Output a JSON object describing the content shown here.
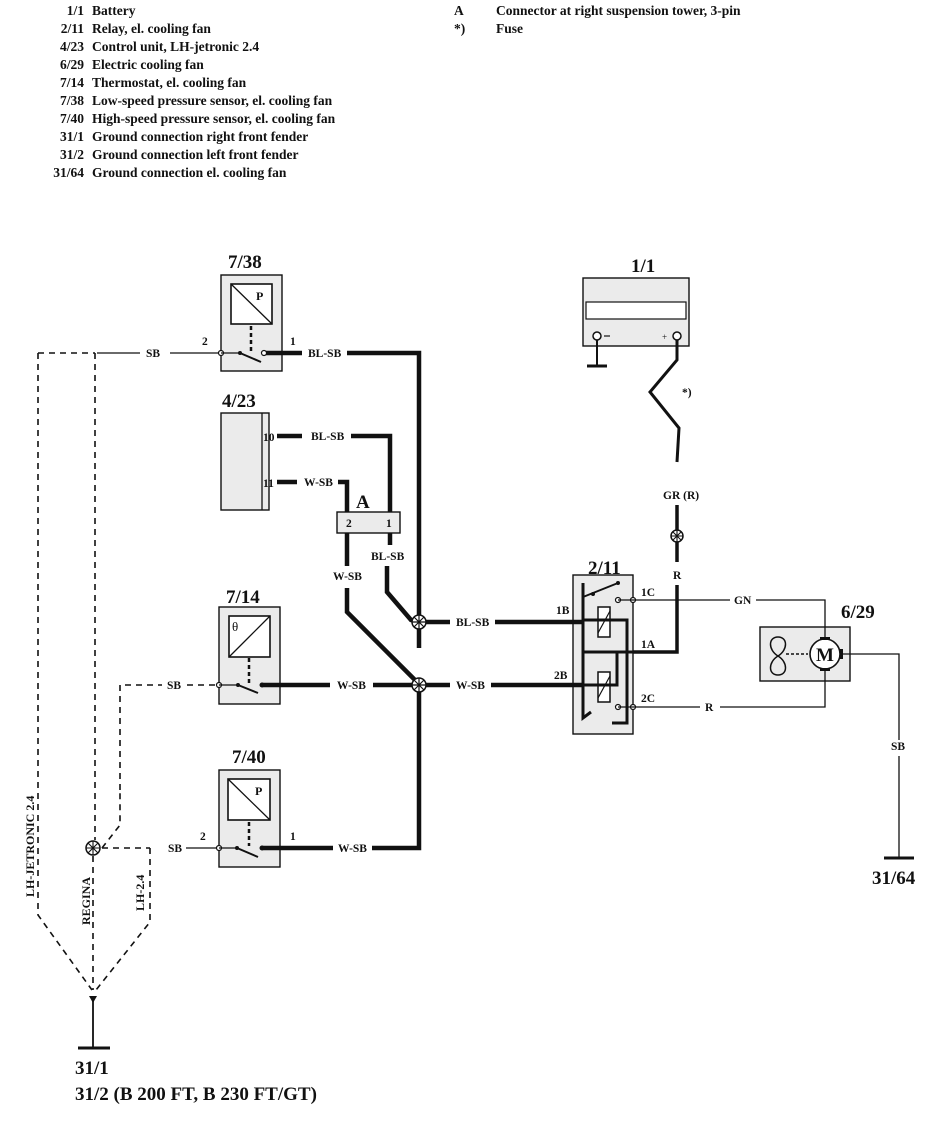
{
  "legend": {
    "components": [
      {
        "code": "1/1",
        "label": "Battery"
      },
      {
        "code": "2/11",
        "label": "Relay, el. cooling fan"
      },
      {
        "code": "4/23",
        "label": "Control unit, LH-jetronic 2.4"
      },
      {
        "code": "6/29",
        "label": "Electric cooling fan"
      },
      {
        "code": "7/14",
        "label": "Thermostat, el. cooling fan"
      },
      {
        "code": "7/38",
        "label": "Low-speed pressure sensor, el. cooling fan"
      },
      {
        "code": "7/40",
        "label": "High-speed pressure sensor, el. cooling fan"
      },
      {
        "code": "31/1",
        "label": "Ground connection right front fender"
      },
      {
        "code": "31/2",
        "label": "Ground connection left front fender"
      },
      {
        "code": "31/64",
        "label": "Ground connection el. cooling fan"
      }
    ],
    "notes": [
      {
        "code": "A",
        "label": "Connector at right suspension tower, 3-pin"
      },
      {
        "code": "*)",
        "label": "Fuse"
      }
    ]
  },
  "components": {
    "c738": {
      "code": "7/38",
      "symbol": "P",
      "pin_left": "2",
      "pin_right": "1"
    },
    "c423": {
      "code": "4/23",
      "pin_10": "10",
      "pin_11": "11"
    },
    "c714": {
      "code": "7/14",
      "symbol": "θ"
    },
    "c740": {
      "code": "7/40",
      "symbol": "P",
      "pin_left": "2",
      "pin_right": "1"
    },
    "c11": {
      "code": "1/1",
      "fuse_mark": "*)"
    },
    "c211": {
      "code": "2/11",
      "pin_1c": "1C",
      "pin_1b": "1B",
      "pin_1a": "1A",
      "pin_2b": "2B",
      "pin_2c": "2C"
    },
    "c629": {
      "code": "6/29",
      "motor": "M"
    },
    "connA": {
      "code": "A",
      "pin_2": "2",
      "pin_1": "1"
    }
  },
  "wires": {
    "w738_left": "SB",
    "w738_right": "BL-SB",
    "w423_10": "BL-SB",
    "w423_11": "W-SB",
    "wA_1_down": "BL-SB",
    "wA_2_down": "W-SB",
    "w714_left": "SB",
    "w714_right": "W-SB",
    "w740_left": "SB",
    "w740_right": "W-SB",
    "w_to_1b": "BL-SB",
    "w_to_2b": "W-SB",
    "w_batt": "GR (R)",
    "w_relay_feed": "R",
    "w_gn": "GN",
    "w_r_bottom": "R",
    "w_fan_ground": "SB"
  },
  "variants": {
    "lh_jetronic": "LH-JETRONIC 2.4",
    "regina": "REGINA",
    "lh24": "LH-2.4"
  },
  "grounds": {
    "g3164": "31/64",
    "g311": "31/1",
    "g312": "31/2 (B 200 FT, B 230 FT/GT)"
  }
}
